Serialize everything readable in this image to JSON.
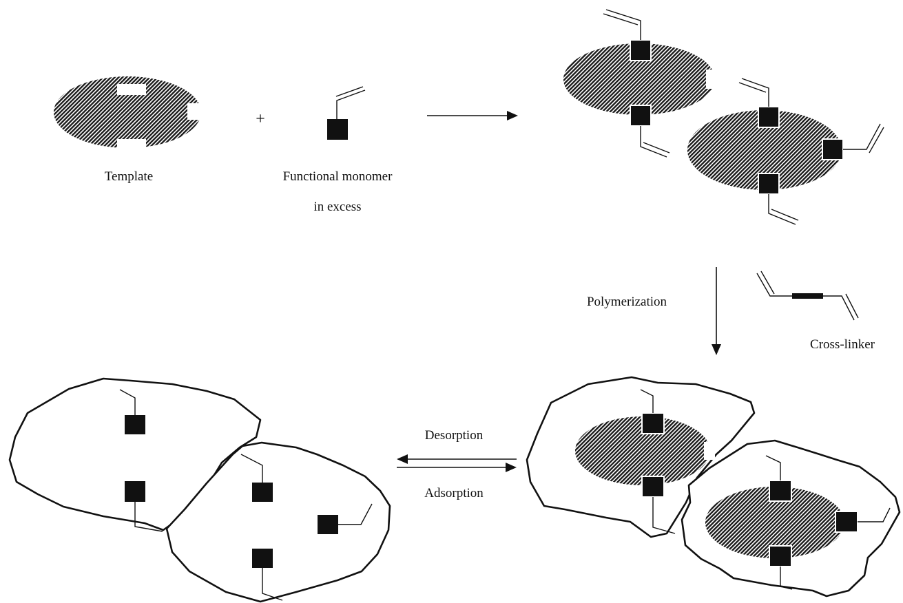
{
  "labels": {
    "template": "Template",
    "plus": "+",
    "functional_monomer_line1": "Functional monomer",
    "functional_monomer_line2": "in excess",
    "polymerization": "Polymerization",
    "cross_linker": "Cross-linker",
    "desorption": "Desorption",
    "adsorption": "Adsorption"
  }
}
